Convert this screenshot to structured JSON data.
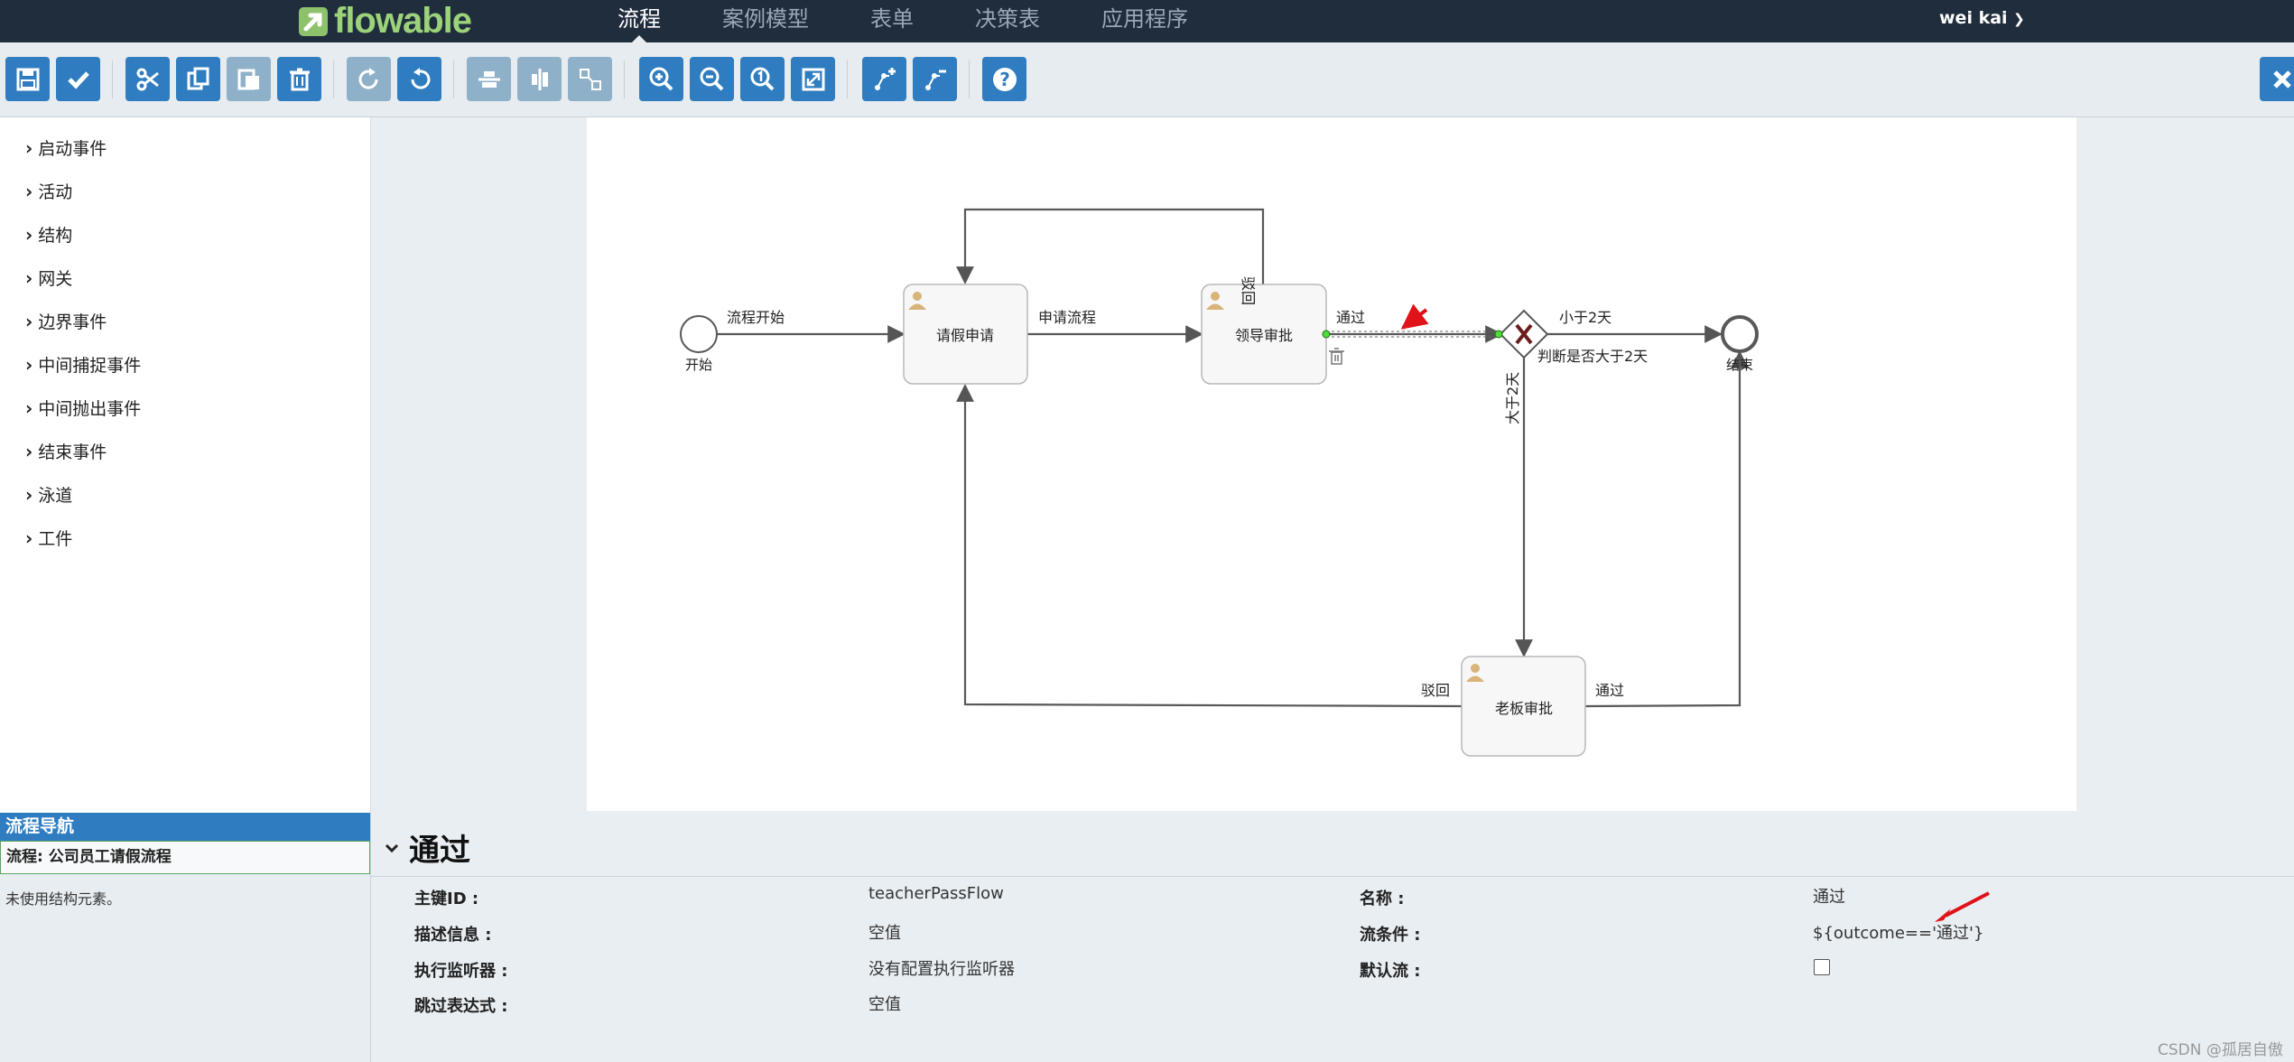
{
  "app": {
    "logo_text": "flowable",
    "user": "wei kai"
  },
  "nav": {
    "tabs": [
      "流程",
      "案例模型",
      "表单",
      "决策表",
      "应用程序"
    ],
    "active": "流程"
  },
  "toolbar": {
    "buttons": [
      "save-icon",
      "validate-icon",
      "cut-icon",
      "copy-icon",
      "paste-icon",
      "delete-icon",
      "redo-icon",
      "undo-icon",
      "align-horizontal-icon",
      "align-vertical-icon",
      "same-size-icon",
      "zoom-in-icon",
      "zoom-out-icon",
      "zoom-actual-icon",
      "zoom-fit-icon",
      "add-bendpoint-icon",
      "remove-bendpoint-icon",
      "help-icon"
    ],
    "close_icon": "close-icon",
    "colors": {
      "enabled": "#2f7dc0",
      "disabled": "#8fb0c9"
    }
  },
  "palette": {
    "items": [
      "启动事件",
      "活动",
      "结构",
      "网关",
      "边界事件",
      "中间捕捉事件",
      "中间抛出事件",
      "结束事件",
      "泳道",
      "工件"
    ]
  },
  "diagram": {
    "start_label": "开始",
    "end_label": "结束",
    "tasks": {
      "apply": "请假申请",
      "leader": "领导审批",
      "boss": "老板审批"
    },
    "flows": {
      "start": "流程开始",
      "apply": "申请流程",
      "leader_pass": "通过",
      "leader_reject": "驳回",
      "less2": "小于2天",
      "more2": "大于2天",
      "gateway": "判断是否大于2天",
      "boss_reject": "驳回",
      "boss_pass": "通过"
    }
  },
  "navigator": {
    "title": "流程导航",
    "process": "流程: 公司员工请假流程",
    "message": "未使用结构元素。"
  },
  "properties": {
    "title": "通过",
    "left": [
      {
        "label": "主键ID :",
        "value": "teacherPassFlow"
      },
      {
        "label": "描述信息 :",
        "value": "空值"
      },
      {
        "label": "执行监听器 :",
        "value": "没有配置执行监听器"
      },
      {
        "label": "跳过表达式 :",
        "value": "空值"
      }
    ],
    "right": [
      {
        "label": "名称 :",
        "value": "通过"
      },
      {
        "label": "流条件 :",
        "value": "${outcome=='通过'}"
      },
      {
        "label": "默认流 :",
        "value": ""
      }
    ]
  },
  "watermark": "CSDN @孤居自傲"
}
